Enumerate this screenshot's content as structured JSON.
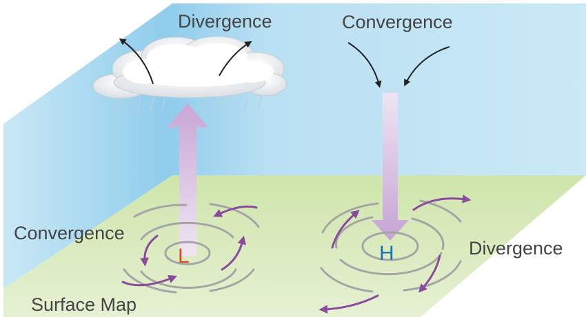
{
  "labels": {
    "upper_left": "Divergence",
    "upper_right": "Convergence",
    "surface_left": "Convergence",
    "surface_right": "Divergence",
    "low": "L",
    "high": "H",
    "surface_map": "Surface Map"
  },
  "colors": {
    "sky_wall": "#bfe3f3",
    "sky_deep": "#8ccbeb",
    "ground": "#d6e8b8",
    "arrow_vertical": "#d9c2e3",
    "arrow_curved": "#8a4b9c",
    "isobar": "#a5a5a5",
    "low_label": "#e04a24",
    "high_label": "#1a72b4",
    "text": "#444444"
  }
}
